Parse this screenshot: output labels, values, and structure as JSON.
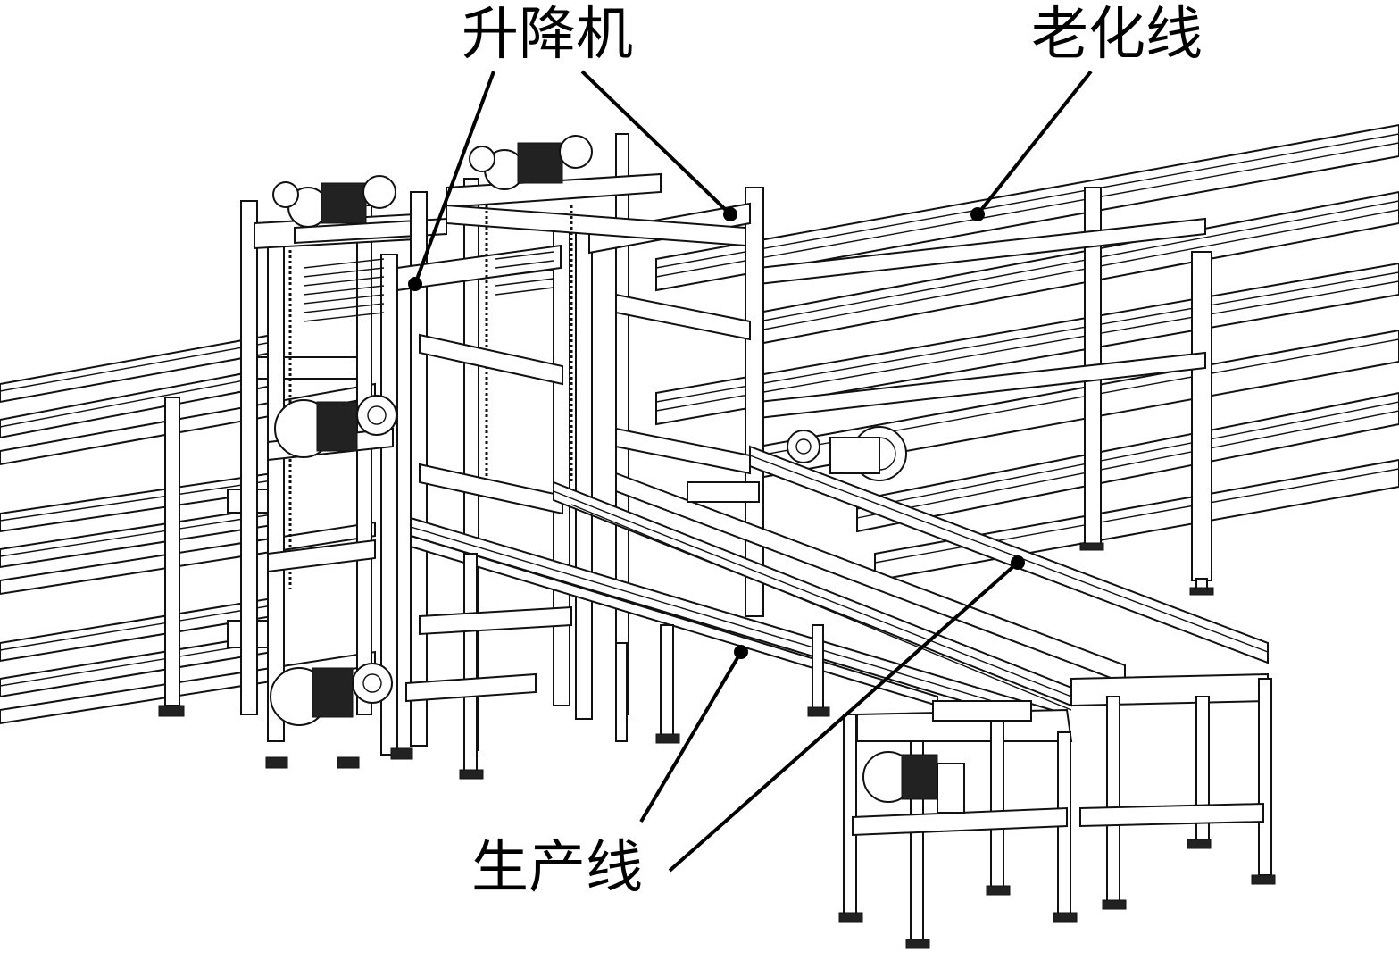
{
  "labels": {
    "lift": "升降机",
    "aging_line": "老化线",
    "production_line": "生产线"
  },
  "colors": {
    "ink": "#000000",
    "line_art": "#111111",
    "background": "#ffffff"
  }
}
